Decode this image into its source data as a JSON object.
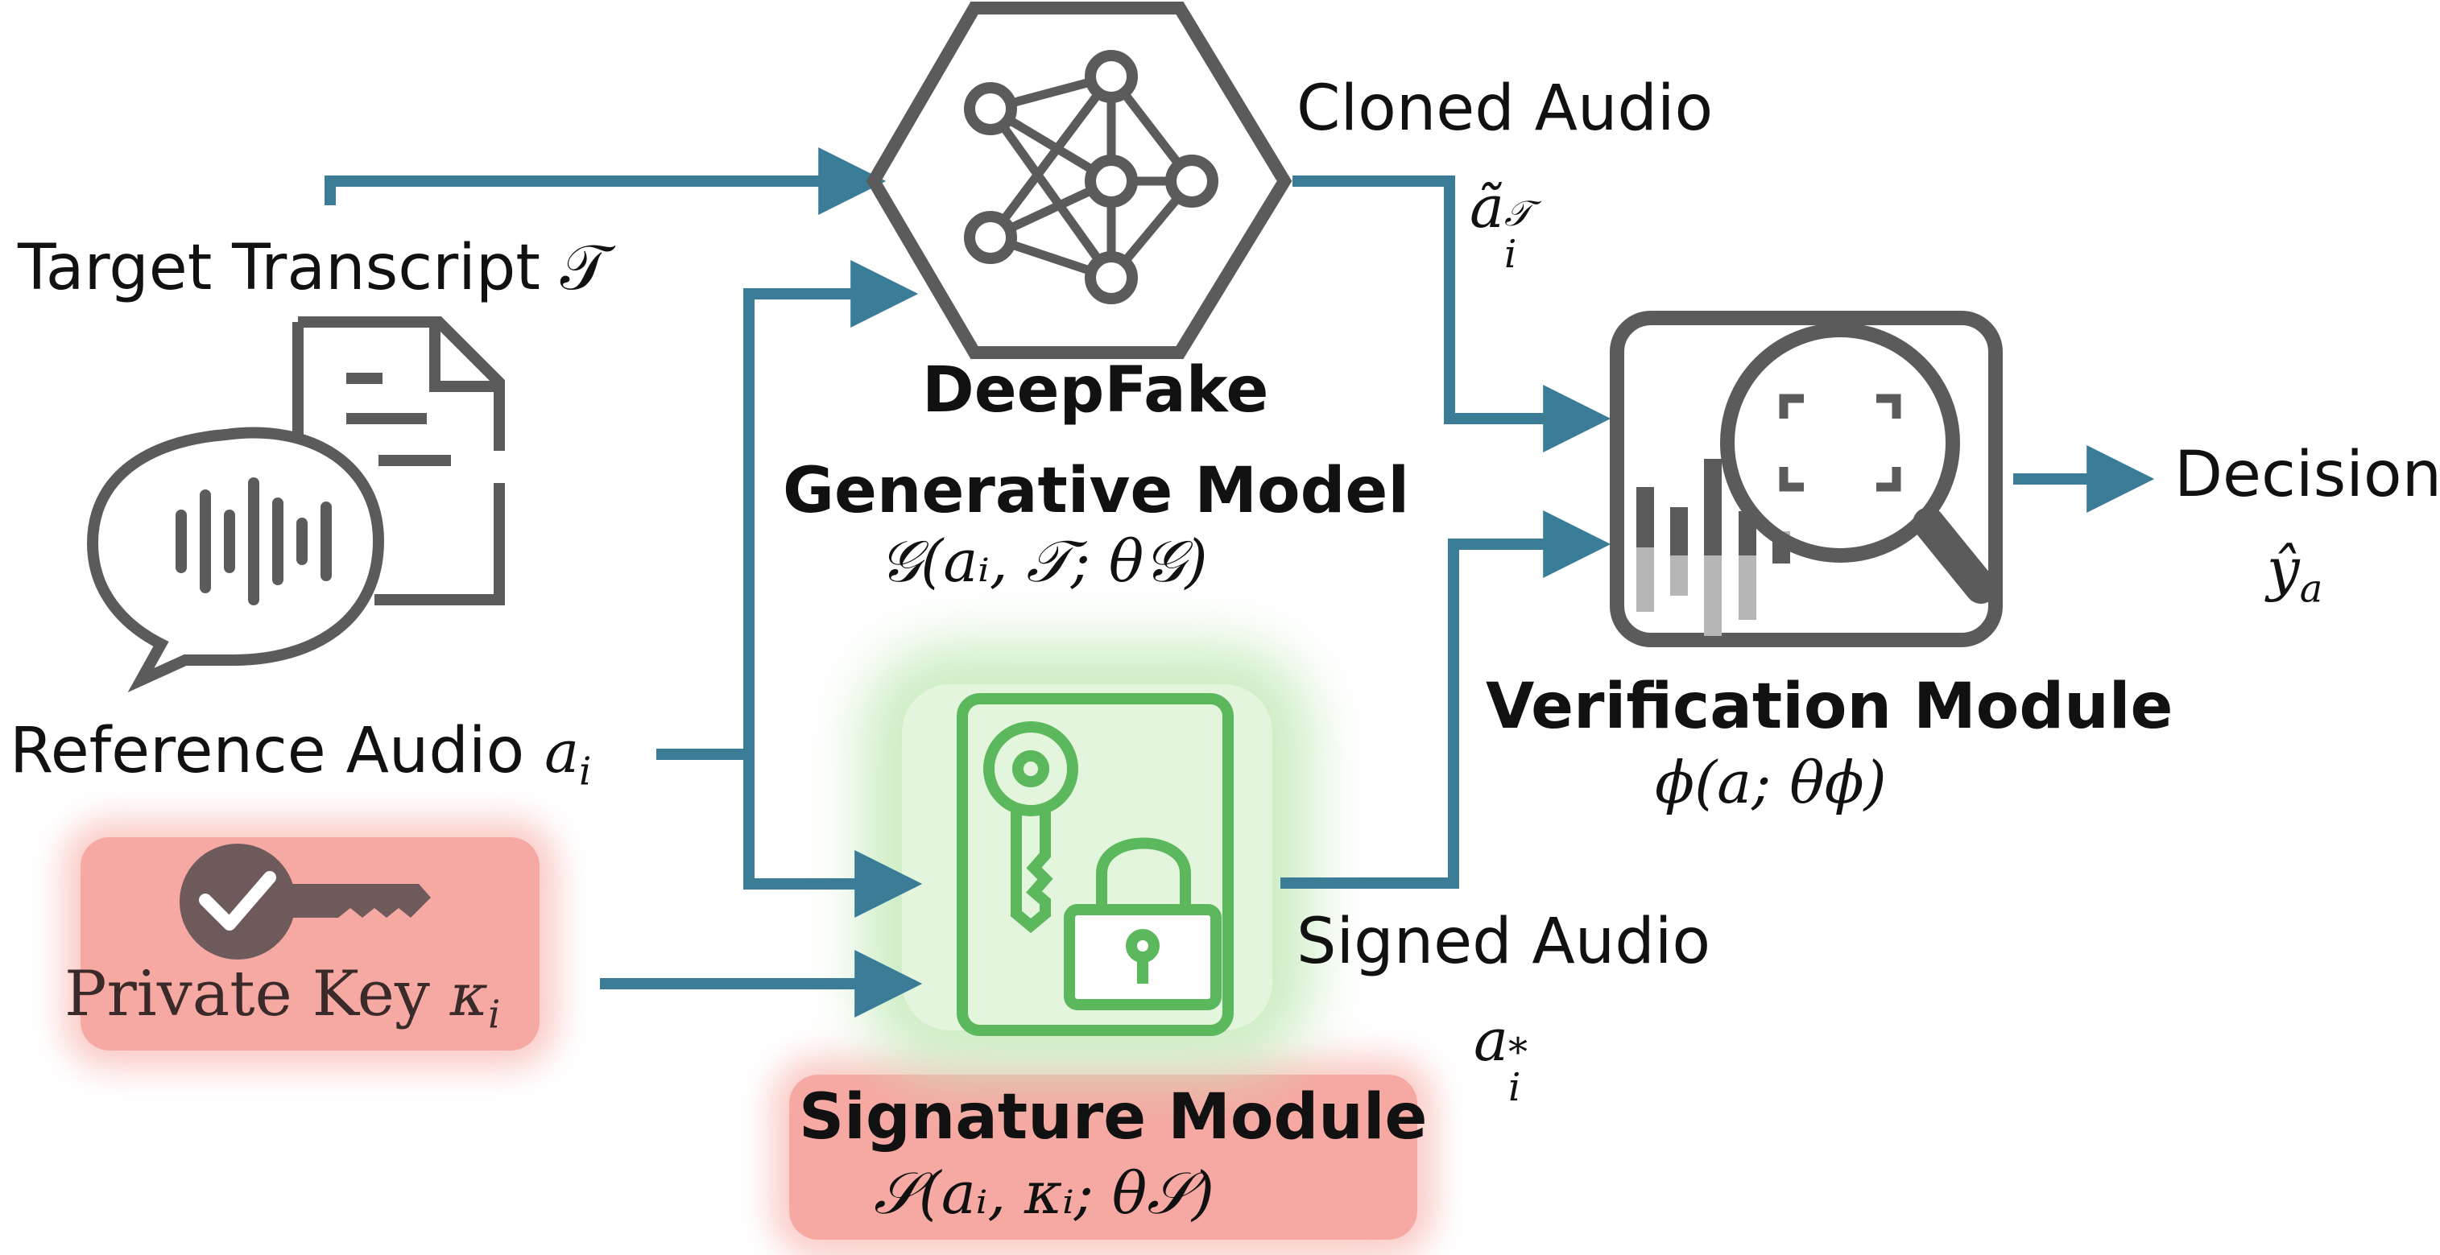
{
  "colors": {
    "arrow": "#3b7c97",
    "icon_gray": "#5b5b5b",
    "signature_green": "#5cb85c",
    "key_brown": "#6e5a5a",
    "private_key_glow": "#f6a9a3",
    "signature_glow": "#e4f5dd"
  },
  "inputs": {
    "target_transcript": "Target Transcript 𝒯",
    "reference_audio": "Reference Audio",
    "reference_audio_symbol": "a",
    "reference_audio_sub": "i",
    "private_key": "Private Key",
    "private_key_symbol": "κ",
    "private_key_sub": "i",
    "document_icon": "document-icon",
    "speech_bubble_icon": "audio-speech-bubble-icon",
    "key_icon": "key-icon"
  },
  "generative_model": {
    "title_line1": "DeepFake",
    "title_line2": "Generative Model",
    "formula": "𝒢(aᵢ, 𝒯; θ𝒢)",
    "icon": "neural-network-hexagon-icon"
  },
  "signature_module": {
    "title": "Signature Module",
    "formula": "𝒮(aᵢ, κᵢ; θ𝒮)",
    "icon": "key-lock-document-icon"
  },
  "verification_module": {
    "title": "Verification Module",
    "formula": "ϕ(a; θϕ)",
    "icon": "magnifier-waveform-icon"
  },
  "edges": {
    "cloned_audio": "Cloned Audio",
    "cloned_audio_symbol": "ã",
    "cloned_audio_sub": "i",
    "cloned_audio_sup": "𝒯",
    "signed_audio": "Signed Audio",
    "signed_audio_symbol": "a",
    "signed_audio_sub": "i",
    "signed_audio_sup": "*"
  },
  "output": {
    "decision": "Decision",
    "decision_symbol": "ŷ",
    "decision_sub": "a"
  }
}
